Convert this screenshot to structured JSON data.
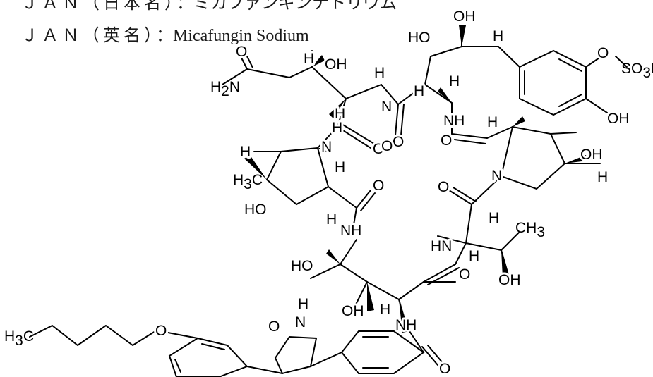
{
  "header": {
    "line1_label": "ＪＡＮ（日本名）",
    "line1_value": "：ミカファンギンナトリウム",
    "line2_label": "ＪＡＮ（英名）",
    "line2_value": "：Micafungin Sodium"
  },
  "structure": {
    "atoms": {
      "oh_top": "OH",
      "h_top": "H",
      "ho_upper": "HO",
      "h_upper": "H",
      "o_sulf": "O",
      "so3na": "SO",
      "so3na_sub": "3",
      "so3na_na": "Na",
      "oh_phenol": "OH",
      "h_c1": "H",
      "h_c2": "H",
      "h_c3": "H",
      "nh_1": "NH",
      "n_2": "N",
      "o_amide_top": "O",
      "o_amide_left": "O",
      "h2n": "H",
      "h2n_sub": "2",
      "h2n_n": "N",
      "o_carbox": "O",
      "h_oh": "H",
      "oh_1": "OH",
      "h_a1": "H",
      "n_pyr1": "N",
      "o_pyr1": "O",
      "h_pyr1": "H",
      "h3c_pyr": "H",
      "h3c_sub": "3",
      "h3c_c": "C",
      "h_pyr1b": "H",
      "ho_pyr1": "HO",
      "o_r1": "O",
      "nh_r1": "NH",
      "h_r1": "H",
      "ho_r2": "HO",
      "h_r2": "H",
      "oh_r2": "OH",
      "h_r3": "H",
      "o_pyr2": "O",
      "h_pyr2": "H",
      "n_pyr2": "N",
      "oh_pyr2": "OH",
      "h_pyr2b": "H",
      "o_r4": "O",
      "h_r4": "H",
      "hn_r4": "HN",
      "ch3": "CH",
      "ch3_sub": "3",
      "h_r5": "H",
      "oh_r5": "OH",
      "o_r6": "O",
      "nh_r6": "NH",
      "o_benz": "O",
      "h3c_chain": "H",
      "h3c_chain_sub": "3",
      "h3c_chain_c": "C",
      "o_ether": "O",
      "o_isox": "O",
      "n_isox": "N"
    }
  }
}
